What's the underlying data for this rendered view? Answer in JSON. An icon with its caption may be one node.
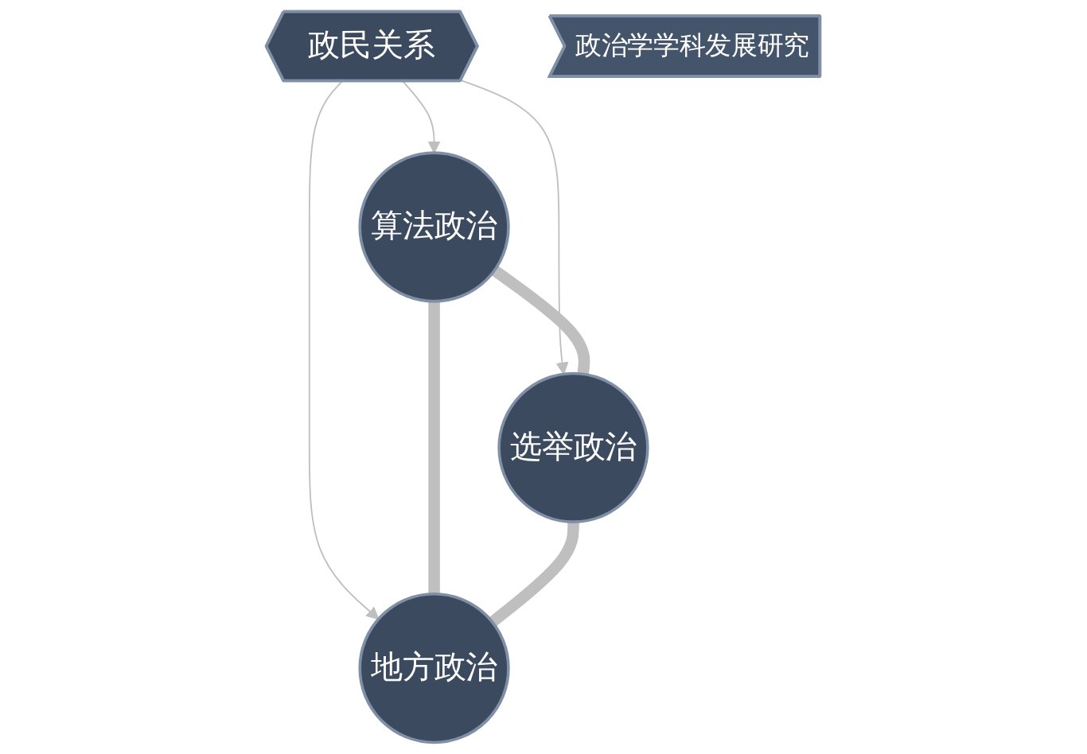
{
  "diagram": {
    "nodes": [
      {
        "text": [
          "算法政治"
        ]
      },
      {
        "text": [
          "政民关系"
        ]
      },
      {
        "text": [
          "选举政治"
        ]
      },
      {
        "text": [
          "地方政治"
        ]
      },
      {
        "text": [
          "政治学学科发展研究"
        ]
      }
    ],
    "edges": [
      {
        "from": 1,
        "to": 0,
        "arrow": "to"
      },
      {
        "from": 1,
        "to": 2,
        "arrow": "to"
      },
      {
        "from": 1,
        "to": 3,
        "arrow": "to"
      },
      {
        "from": 0,
        "to": 2,
        "arrow": "none",
        "style": "thick"
      },
      {
        "from": 0,
        "to": 3,
        "arrow": "none",
        "style": "thick"
      },
      {
        "from": 2,
        "to": 3,
        "arrow": "none",
        "style": "thick"
      }
    ]
  }
}
